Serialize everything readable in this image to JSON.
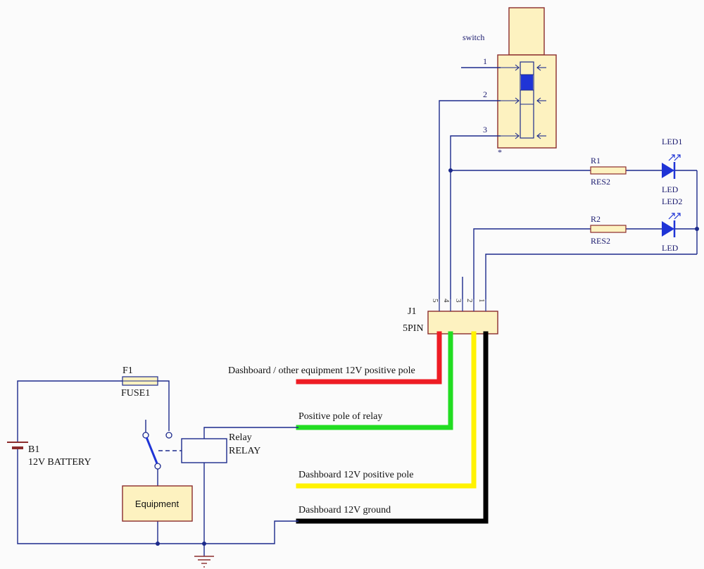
{
  "colors": {
    "wire": "#1c2a8c",
    "component": "#8b2c2c",
    "led": "#1f34d6",
    "red": "#ee1c24",
    "green": "#22dd22",
    "yellow": "#fff200",
    "black": "#000000",
    "box_fill": "#fdf2c0",
    "equipment_fill": "#fdf2c0"
  },
  "switch": {
    "label": "switch",
    "pins": [
      "1",
      "2",
      "3"
    ],
    "marker": "*"
  },
  "resistors": [
    {
      "ref": "R1",
      "value": "RES2"
    },
    {
      "ref": "R2",
      "value": "RES2"
    }
  ],
  "leds": [
    {
      "ref": "LED1",
      "value": "LED"
    },
    {
      "ref": "LED2",
      "value": "LED"
    }
  ],
  "connector": {
    "ref": "J1",
    "value": "5PIN",
    "pins": [
      "5",
      "4",
      "3",
      "2",
      "1"
    ]
  },
  "fuse": {
    "ref": "F1",
    "value": "FUSE1"
  },
  "battery": {
    "ref": "B1",
    "value": "12V BATTERY"
  },
  "relay": {
    "ref": "Relay",
    "value": "RELAY"
  },
  "equipment": {
    "label": "Equipment"
  },
  "wire_labels": {
    "red": "Dashboard / other equipment 12V positive pole",
    "green": "Positive pole of relay",
    "yellow": "Dashboard 12V positive pole",
    "black": "Dashboard 12V ground"
  }
}
